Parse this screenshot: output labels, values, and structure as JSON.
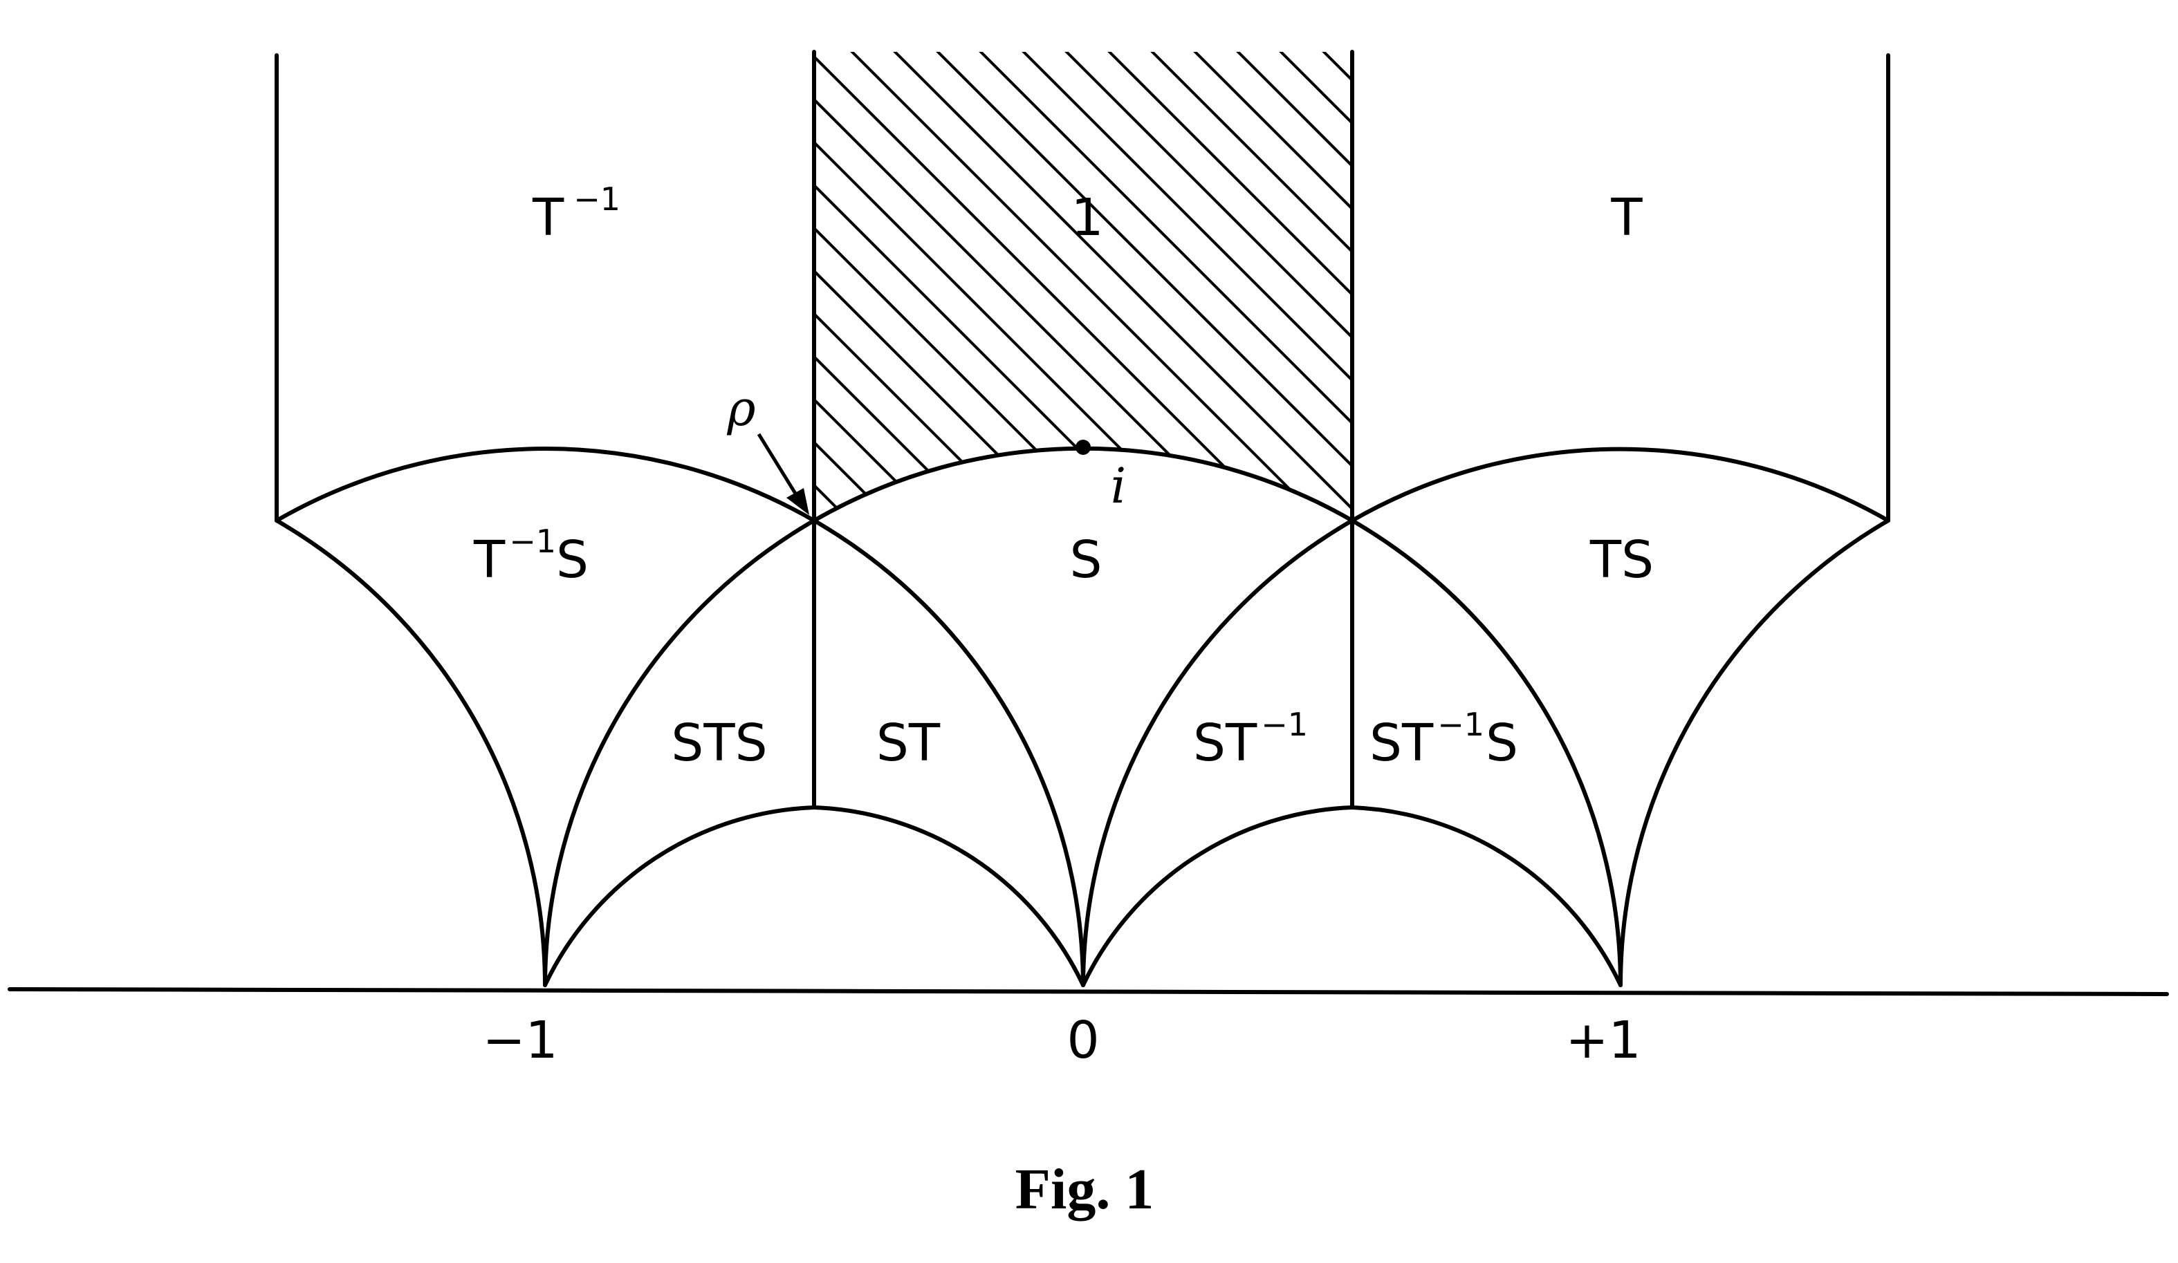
{
  "figure": {
    "caption": "Fig. 1",
    "regions": {
      "identity": {
        "base": "1",
        "sup": ""
      },
      "t_inverse": {
        "base": "T",
        "sup": "−1"
      },
      "t": {
        "base": "T",
        "sup": ""
      },
      "t_inverse_s": {
        "base": "T",
        "sup": "−1",
        "tail": "S"
      },
      "s": {
        "base": "S",
        "sup": ""
      },
      "ts": {
        "base": "TS",
        "sup": ""
      },
      "sts": {
        "base": "STS",
        "sup": ""
      },
      "st": {
        "base": "ST",
        "sup": ""
      },
      "st_inverse": {
        "base": "ST",
        "sup": "−1"
      },
      "st_inverse_s": {
        "base": "ST",
        "sup": "−1",
        "tail": "S"
      }
    },
    "points": {
      "rho": "ρ",
      "i": "i"
    },
    "axis_labels": [
      "−1",
      "0",
      "+1"
    ],
    "hatched_region": "identity"
  }
}
